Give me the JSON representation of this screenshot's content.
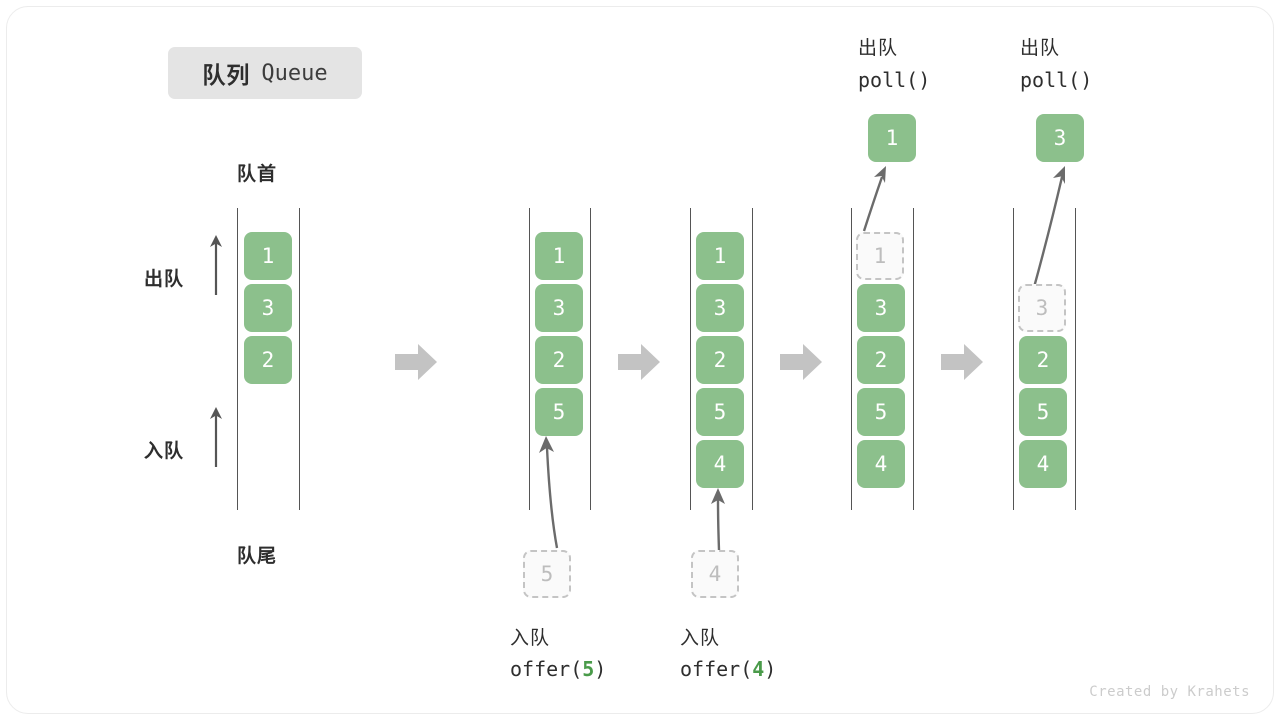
{
  "title": {
    "cn": "队列",
    "en": "Queue"
  },
  "labels": {
    "head": "队首",
    "tail": "队尾",
    "dequeue": "出队",
    "enqueue": "入队"
  },
  "watermark": "Created by Krahets",
  "colors": {
    "cell_green": "#8cc08c",
    "cell_text": "#ffffff",
    "ghost_border": "#c4c4c4",
    "ghost_text": "#bdbdbd",
    "rail": "#555555",
    "step_arrow": "#c3c3c3",
    "accent_code": "#4a9b4a",
    "title_badge_bg": "#e4e4e4"
  },
  "operations": {
    "enqueue_5": {
      "cn": "入队",
      "code_prefix": "offer(",
      "code_value": "5",
      "code_suffix": ")",
      "ghost_value": "5"
    },
    "enqueue_4": {
      "cn": "入队",
      "code_prefix": "offer(",
      "code_value": "4",
      "code_suffix": ")",
      "ghost_value": "4"
    },
    "poll_1": {
      "cn": "出队",
      "code": "poll()",
      "popped_value": "1"
    },
    "poll_3": {
      "cn": "出队",
      "code": "poll()",
      "popped_value": "3"
    }
  },
  "columns": [
    {
      "name": "initial-queue",
      "cells": [
        {
          "value": "1",
          "ghost": false
        },
        {
          "value": "3",
          "ghost": false
        },
        {
          "value": "2",
          "ghost": false
        }
      ]
    },
    {
      "name": "after-offer-5",
      "cells": [
        {
          "value": "1",
          "ghost": false
        },
        {
          "value": "3",
          "ghost": false
        },
        {
          "value": "2",
          "ghost": false
        },
        {
          "value": "5",
          "ghost": false
        }
      ]
    },
    {
      "name": "after-offer-4",
      "cells": [
        {
          "value": "1",
          "ghost": false
        },
        {
          "value": "3",
          "ghost": false
        },
        {
          "value": "2",
          "ghost": false
        },
        {
          "value": "5",
          "ghost": false
        },
        {
          "value": "4",
          "ghost": false
        }
      ]
    },
    {
      "name": "after-poll-1",
      "cells": [
        {
          "value": "1",
          "ghost": true
        },
        {
          "value": "3",
          "ghost": false
        },
        {
          "value": "2",
          "ghost": false
        },
        {
          "value": "5",
          "ghost": false
        },
        {
          "value": "4",
          "ghost": false
        }
      ]
    },
    {
      "name": "after-poll-3",
      "cells": [
        {
          "value": "3",
          "ghost": true
        },
        {
          "value": "2",
          "ghost": false
        },
        {
          "value": "5",
          "ghost": false
        },
        {
          "value": "4",
          "ghost": false
        }
      ]
    }
  ]
}
